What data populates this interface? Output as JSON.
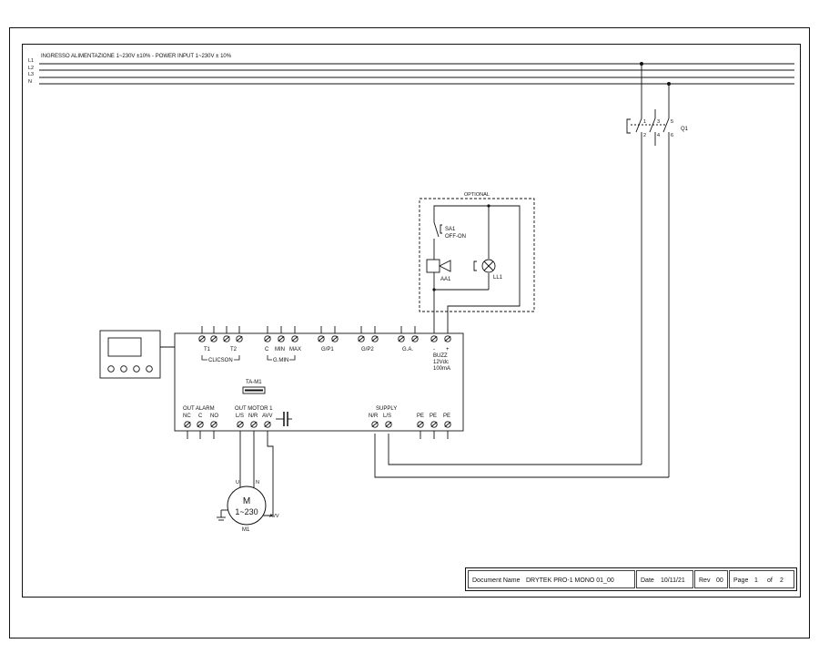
{
  "header": {
    "power_input": "INGRESSO ALIMENTAZIONE 1~230V ±10% - POWER INPUT 1~230V ± 10%",
    "lines": [
      "L1",
      "L2",
      "L3",
      "N"
    ]
  },
  "breaker": {
    "name": "Q1",
    "pins_top": [
      "1",
      "3",
      "5"
    ],
    "pins_bottom": [
      "2",
      "4",
      "6"
    ]
  },
  "optional": {
    "title": "OPTIONAL",
    "switch_name": "SA1",
    "switch_desc": "OFF-ON",
    "buzzer": "AA1",
    "lamp": "LL1"
  },
  "controller": {
    "terminals_top": {
      "t1": "T1",
      "t2": "T2",
      "clicson": "CLICSON",
      "c": "C",
      "min": "MIN",
      "max": "MAX",
      "gmin": "G.MIN",
      "gp1": "G/P1",
      "gp2": "G/P2",
      "ga": "G.A.",
      "minus": "-",
      "plus": "+",
      "buzz": "BUZZ",
      "buzz_v": "12Vdc",
      "buzz_a": "100mA"
    },
    "ta_label": "TA-M1",
    "out_alarm": {
      "title": "OUT ALARM",
      "pins": [
        "NC",
        "C",
        "NO"
      ]
    },
    "out_motor": {
      "title": "OUT MOTOR 1",
      "pins": [
        "L/S",
        "N/R",
        "AVV"
      ]
    },
    "supply": {
      "title": "SUPPLY",
      "pins": [
        "N/R",
        "L/S"
      ]
    },
    "pe": [
      "PE",
      "PE",
      "PE"
    ]
  },
  "motor": {
    "letter": "M",
    "rating": "1~230",
    "name": "M1",
    "u": "U",
    "n": "N",
    "avv": "AVV"
  },
  "title_block": {
    "doc_label": "Document Name",
    "doc_value": "DRYTEK PRO-1 MONO 01_00",
    "date_label": "Date",
    "date_value": "10/11/21",
    "rev_label": "Rev",
    "rev_value": "00",
    "page_label": "Page",
    "page_value": "1",
    "of_label": "of",
    "pages_total": "2"
  }
}
